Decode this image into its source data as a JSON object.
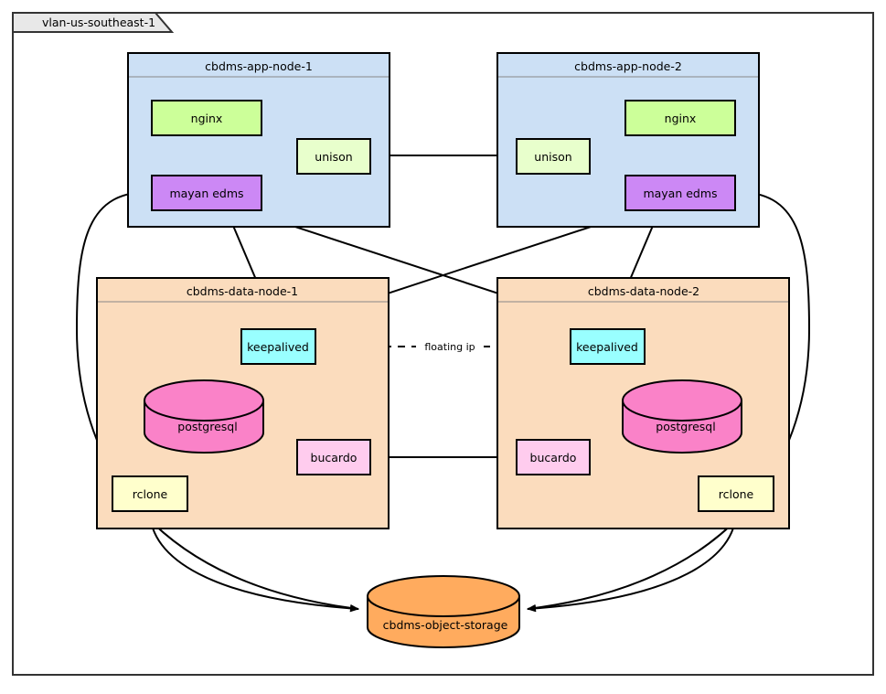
{
  "zone": {
    "label": "vlan-us-southeast-1"
  },
  "colors": {
    "app_node_fill": "#cce0f5",
    "data_node_fill": "#fbdcbd",
    "nginx_fill": "#ccff99",
    "unison_fill": "#e8ffcc",
    "mayan_fill": "#cc88f5",
    "keepalived_fill": "#99ffff",
    "postgresql_fill": "#fa82c8",
    "bucardo_fill": "#ffccee",
    "rclone_fill": "#ffffcc",
    "object_storage_fill": "#ffab5e",
    "stroke": "#000000",
    "canvas": "#ffffff",
    "zone_tab_fill": "#e8e8e8"
  },
  "containers": [
    {
      "id": "app-node-1",
      "title": "cbdms-app-node-1",
      "kind": "app-node"
    },
    {
      "id": "app-node-2",
      "title": "cbdms-app-node-2",
      "kind": "app-node"
    },
    {
      "id": "data-node-1",
      "title": "cbdms-data-node-1",
      "kind": "data-node"
    },
    {
      "id": "data-node-2",
      "title": "cbdms-data-node-2",
      "kind": "data-node"
    }
  ],
  "nodes": {
    "nginx_1": "nginx",
    "unison_1": "unison",
    "mayan_1": "mayan edms",
    "nginx_2": "nginx",
    "unison_2": "unison",
    "mayan_2": "mayan edms",
    "keepalived_1": "keepalived",
    "postgresql_1": "postgresql",
    "bucardo_1": "bucardo",
    "rclone_1": "rclone",
    "keepalived_2": "keepalived",
    "postgresql_2": "postgresql",
    "bucardo_2": "bucardo",
    "rclone_2": "rclone",
    "object_storage": "cbdms-object-storage"
  },
  "edges": {
    "floating_ip_label": "floating ip"
  }
}
